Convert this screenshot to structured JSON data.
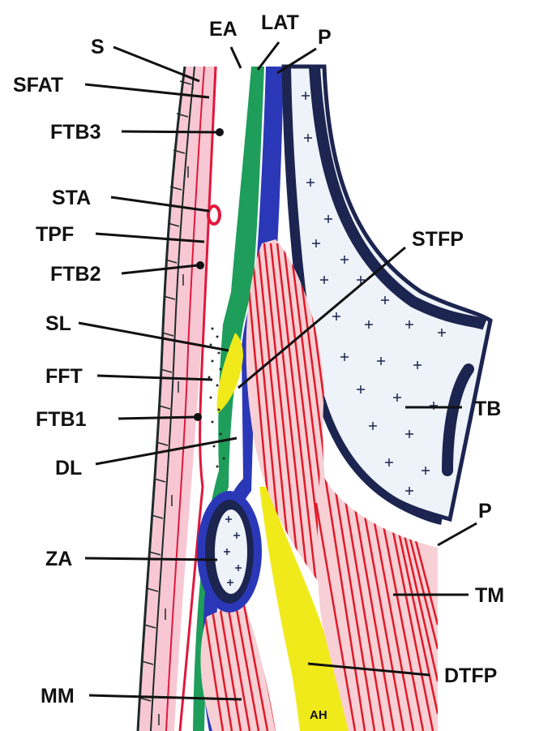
{
  "labels": {
    "s": "S",
    "ea": "EA",
    "lat": "LAT",
    "p_top": "P",
    "sfat": "SFAT",
    "ftb3": "FTB3",
    "sta": "STA",
    "tpf": "TPF",
    "ftb2": "FTB2",
    "stfp": "STFP",
    "sl": "SL",
    "fft": "FFT",
    "ftb1": "FTB1",
    "tb": "TB",
    "dl": "DL",
    "p_bottom": "P",
    "za": "ZA",
    "tm": "TM",
    "dtfp": "DTFP",
    "mm": "MM"
  },
  "signature": "AH",
  "colors": {
    "skin": "#f7c8d4",
    "skin_line": "#1e2a2a",
    "red_line": "#e0183c",
    "green_layer": "#1e9e5a",
    "blue_layer": "#2a38b8",
    "navy": "#1c2450",
    "bone_fill": "#eef3f9",
    "fat_yellow": "#f0ea1a",
    "muscle_red": "#e01a2a"
  }
}
